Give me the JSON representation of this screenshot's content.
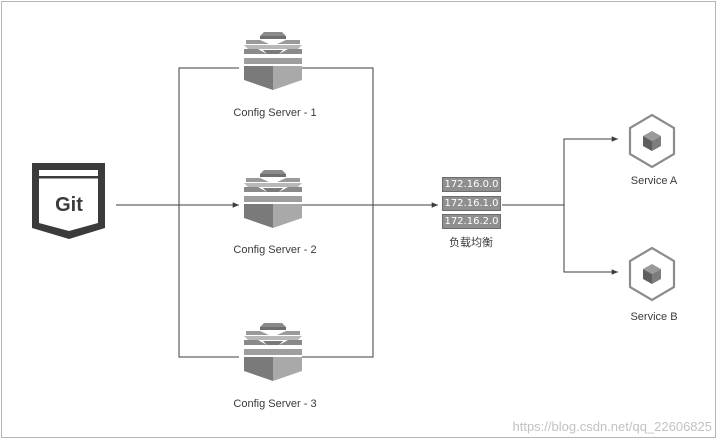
{
  "git": {
    "label": "Git"
  },
  "config_servers": [
    {
      "label": "Config Server - 1"
    },
    {
      "label": "Config Server - 2"
    },
    {
      "label": "Config Server - 3"
    }
  ],
  "load_balancer": {
    "label": "负载均衡",
    "addresses": [
      "172.16.0.0",
      "172.16.1.0",
      "172.16.2.0"
    ]
  },
  "services": [
    {
      "label": "Service A"
    },
    {
      "label": "Service B"
    }
  ],
  "watermark": "https://blog.csdn.net/qq_22606825",
  "colors": {
    "line": "#3d3d3d",
    "server_light": "#c4c4c4",
    "server_mid": "#8a8a8a",
    "server_dark": "#6a6a6a",
    "service_icon": "#8c8c8c",
    "git_icon": "#3b3b3b"
  }
}
